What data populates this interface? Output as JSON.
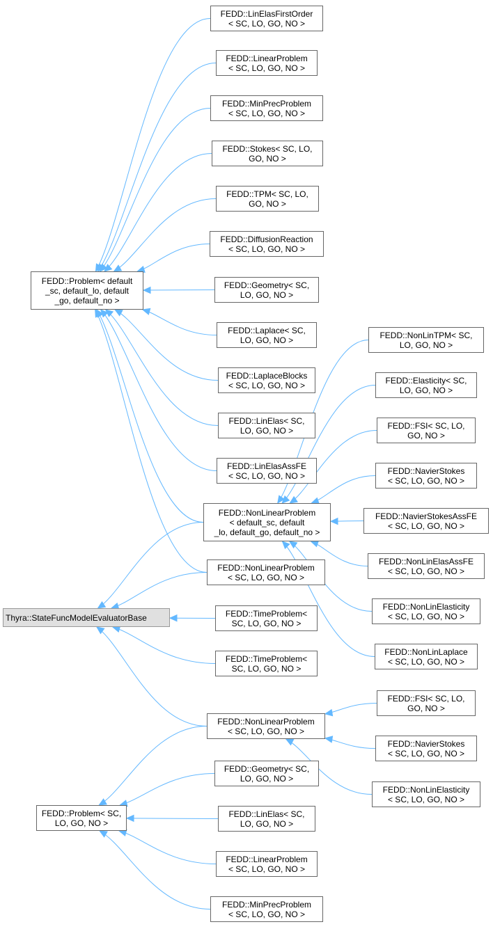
{
  "colors": {
    "edge": "#63b8ff",
    "node_border": "#666666",
    "base_fill": "#e0e0e0"
  },
  "nodes": [
    {
      "id": "lin_first",
      "label": "FEDD::LinElasFirstOrder\n< SC, LO, GO, NO >"
    },
    {
      "id": "linear_a",
      "label": "FEDD::LinearProblem\n< SC, LO, GO, NO >"
    },
    {
      "id": "minprec_a",
      "label": "FEDD::MinPrecProblem\n< SC, LO, GO, NO >"
    },
    {
      "id": "stokes",
      "label": "FEDD::Stokes< SC, LO,\nGO, NO >"
    },
    {
      "id": "tpm",
      "label": "FEDD::TPM< SC, LO,\nGO, NO >"
    },
    {
      "id": "diffusion",
      "label": "FEDD::DiffusionReaction\n< SC, LO, GO, NO >"
    },
    {
      "id": "geometry_a",
      "label": "FEDD::Geometry< SC,\nLO, GO, NO >"
    },
    {
      "id": "laplace",
      "label": "FEDD::Laplace< SC,\nLO, GO, NO >"
    },
    {
      "id": "laplace_blocks",
      "label": "FEDD::LaplaceBlocks\n< SC, LO, GO, NO >"
    },
    {
      "id": "linelas_a",
      "label": "FEDD::LinElas< SC,\nLO, GO, NO >"
    },
    {
      "id": "linelas_assfe",
      "label": "FEDD::LinElasAssFE\n< SC, LO, GO, NO >"
    },
    {
      "id": "problem_default",
      "label": "FEDD::Problem< default\n_sc, default_lo, default\n_go, default_no >"
    },
    {
      "id": "nonlinear_default",
      "label": "FEDD::NonLinearProblem\n< default_sc, default\n_lo, default_go, default_no >"
    },
    {
      "id": "nonlin_tpm",
      "label": "FEDD::NonLinTPM< SC,\nLO, GO, NO >"
    },
    {
      "id": "elasticity",
      "label": "FEDD::Elasticity< SC,\nLO, GO, NO >"
    },
    {
      "id": "fsi_a",
      "label": "FEDD::FSI< SC, LO,\nGO, NO >"
    },
    {
      "id": "navier_a",
      "label": "FEDD::NavierStokes\n< SC, LO, GO, NO >"
    },
    {
      "id": "navier_assfe",
      "label": "FEDD::NavierStokesAssFE\n< SC, LO, GO, NO >"
    },
    {
      "id": "nonlin_elas_assfe",
      "label": "FEDD::NonLinElasAssFE\n< SC, LO, GO, NO >"
    },
    {
      "id": "nonlin_elasticity_a",
      "label": "FEDD::NonLinElasticity\n< SC, LO, GO, NO >"
    },
    {
      "id": "nonlin_laplace",
      "label": "FEDD::NonLinLaplace\n< SC, LO, GO, NO >"
    },
    {
      "id": "nonlinear_mid",
      "label": "FEDD::NonLinearProblem\n< SC, LO, GO, NO >"
    },
    {
      "id": "thyra",
      "label": "Thyra::StateFuncModelEvaluatorBase"
    },
    {
      "id": "time_a",
      "label": "FEDD::TimeProblem<\nSC, LO, GO, NO >"
    },
    {
      "id": "time_b",
      "label": "FEDD::TimeProblem<\nSC, LO, GO, NO >"
    },
    {
      "id": "nonlinear_sc",
      "label": "FEDD::NonLinearProblem\n< SC, LO, GO, NO >"
    },
    {
      "id": "fsi_b",
      "label": "FEDD::FSI< SC, LO,\nGO, NO >"
    },
    {
      "id": "navier_b",
      "label": "FEDD::NavierStokes\n< SC, LO, GO, NO >"
    },
    {
      "id": "nonlin_elasticity_b",
      "label": "FEDD::NonLinElasticity\n< SC, LO, GO, NO >"
    },
    {
      "id": "geometry_b",
      "label": "FEDD::Geometry< SC,\nLO, GO, NO >"
    },
    {
      "id": "problem_sc",
      "label": "FEDD::Problem< SC,\nLO, GO, NO >"
    },
    {
      "id": "linelas_b",
      "label": "FEDD::LinElas< SC,\nLO, GO, NO >"
    },
    {
      "id": "linear_b",
      "label": "FEDD::LinearProblem\n< SC, LO, GO, NO >"
    },
    {
      "id": "minprec_b",
      "label": "FEDD::MinPrecProblem\n< SC, LO, GO, NO >"
    }
  ],
  "edges": [
    {
      "from": "lin_first",
      "to": "problem_default"
    },
    {
      "from": "linear_a",
      "to": "problem_default"
    },
    {
      "from": "minprec_a",
      "to": "problem_default"
    },
    {
      "from": "stokes",
      "to": "problem_default"
    },
    {
      "from": "tpm",
      "to": "problem_default"
    },
    {
      "from": "diffusion",
      "to": "problem_default"
    },
    {
      "from": "geometry_a",
      "to": "problem_default"
    },
    {
      "from": "laplace",
      "to": "problem_default"
    },
    {
      "from": "laplace_blocks",
      "to": "problem_default"
    },
    {
      "from": "linelas_a",
      "to": "problem_default"
    },
    {
      "from": "linelas_assfe",
      "to": "problem_default"
    },
    {
      "from": "nonlinear_default",
      "to": "problem_default"
    },
    {
      "from": "nonlinear_mid",
      "to": "problem_default"
    },
    {
      "from": "nonlin_tpm",
      "to": "nonlinear_default"
    },
    {
      "from": "elasticity",
      "to": "nonlinear_default"
    },
    {
      "from": "fsi_a",
      "to": "nonlinear_default"
    },
    {
      "from": "navier_a",
      "to": "nonlinear_default"
    },
    {
      "from": "navier_assfe",
      "to": "nonlinear_default"
    },
    {
      "from": "nonlin_elas_assfe",
      "to": "nonlinear_default"
    },
    {
      "from": "nonlin_elasticity_a",
      "to": "nonlinear_default"
    },
    {
      "from": "nonlin_laplace",
      "to": "nonlinear_default"
    },
    {
      "from": "nonlinear_default",
      "to": "thyra"
    },
    {
      "from": "nonlinear_mid",
      "to": "thyra"
    },
    {
      "from": "time_a",
      "to": "thyra"
    },
    {
      "from": "time_b",
      "to": "thyra"
    },
    {
      "from": "nonlinear_sc",
      "to": "thyra"
    },
    {
      "from": "fsi_b",
      "to": "nonlinear_sc"
    },
    {
      "from": "navier_b",
      "to": "nonlinear_sc"
    },
    {
      "from": "nonlin_elasticity_b",
      "to": "nonlinear_sc"
    },
    {
      "from": "nonlinear_sc",
      "to": "problem_sc"
    },
    {
      "from": "geometry_b",
      "to": "problem_sc"
    },
    {
      "from": "linelas_b",
      "to": "problem_sc"
    },
    {
      "from": "linear_b",
      "to": "problem_sc"
    },
    {
      "from": "minprec_b",
      "to": "problem_sc"
    }
  ]
}
